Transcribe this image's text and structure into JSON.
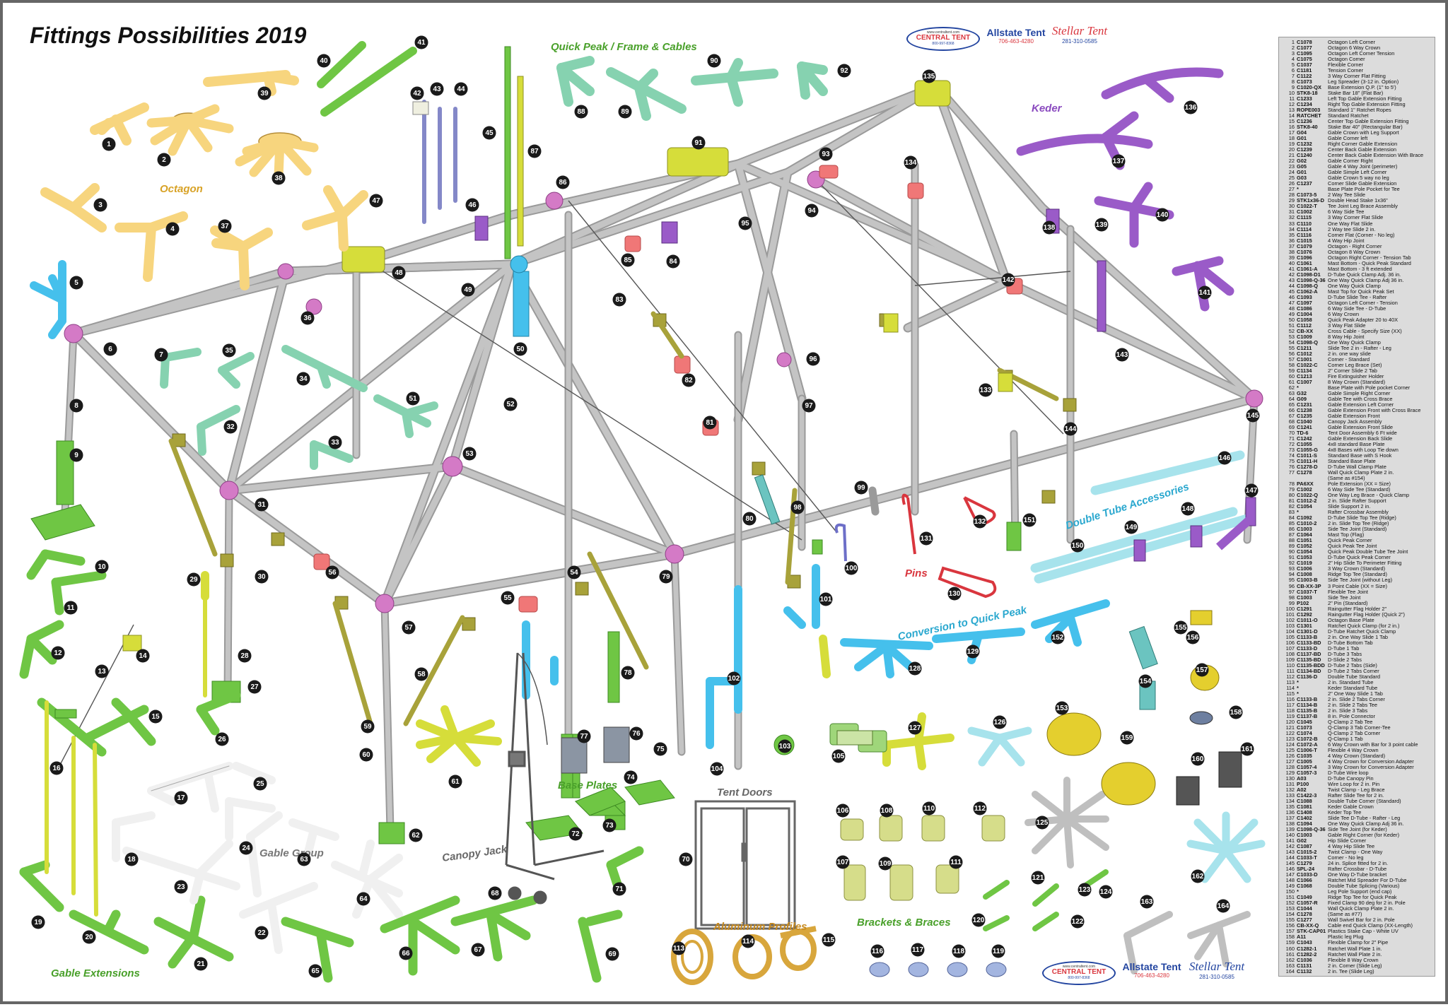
{
  "title": "Fittings Possibilities 2019",
  "groups": {
    "octagon": "Octagon",
    "quick_peak": "Quick Peak / Frame & Cables",
    "keder": "Keder",
    "double_tube": "Double Tube Accessories",
    "pins": "Pins",
    "conversion": "Conversion to Quick Peak",
    "base_plates": "Base Plates",
    "tent_doors": "Tent Doors",
    "canopy_jack": "Canopy Jack",
    "gable_group": "Gable Group",
    "gable_extensions": "Gable Extensions",
    "aluminum": "Aluminum Profiles",
    "brackets": "Brackets & Braces"
  },
  "logos": {
    "central_tent": {
      "url": "www.centraltent.com",
      "name": "CENTRAL TENT",
      "phone": "800-997-8368"
    },
    "allstate": {
      "name": "Allstate Tent",
      "phone": "706-463-4280"
    },
    "stellar": {
      "name": "Stellar Tent",
      "phone": "281-310-0585"
    }
  },
  "colors": {
    "octagon": "#f7d57e",
    "blue": "#45c0ec",
    "green": "#6fc644",
    "mint": "#86d2b0",
    "pink": "#d47ac6",
    "salmon": "#f07777",
    "olive": "#a8a23a",
    "yellow": "#d6dd3a",
    "purple": "#9a5bc8",
    "lightblue": "#a7e3ec",
    "grey": "#c8c8c8",
    "gold": "#d8a63c",
    "white": "#f0f0f0"
  },
  "parts": [
    [
      "1",
      "C1078",
      "Octagon Left Corner"
    ],
    [
      "2",
      "C1077",
      "Octagon 6 Way Crown"
    ],
    [
      "3",
      "C1095",
      "Octagon Left Corner Tension"
    ],
    [
      "4",
      "C1075",
      "Octagon Corner"
    ],
    [
      "5",
      "C1037",
      "Flexible Corner"
    ],
    [
      "6",
      "C1181",
      "Tension Corner"
    ],
    [
      "7",
      "C1122",
      "3 Way Corner Flat Fitting"
    ],
    [
      "8",
      "C1073",
      "Leg Spreader (3-12 in. Option)"
    ],
    [
      "9",
      "C1020-QX",
      "Base Extension Q.P. (1\" to 5')"
    ],
    [
      "10",
      "STK8-18",
      "Stake Bar 18\" (Flat Bar)"
    ],
    [
      "11",
      "C1233",
      "Left Top Gable Extension Fitting"
    ],
    [
      "12",
      "C1234",
      "Right Top Gable Extension Fitting"
    ],
    [
      "13",
      "ROPE003",
      "Standard 1\" Ratchet Ropes"
    ],
    [
      "14",
      "RATCHET",
      "Standard Ratchet"
    ],
    [
      "15",
      "C1236",
      "Center Top Gable Extension Fitting"
    ],
    [
      "16",
      "STK8-40",
      "Stake Bar 40\" (Rectangular Bar)"
    ],
    [
      "17",
      "G04",
      "Gable Crown with Leg Support"
    ],
    [
      "18",
      "G01",
      "Gable Corner left"
    ],
    [
      "19",
      "C1232",
      "Right Corner Gable Extension"
    ],
    [
      "20",
      "C1239",
      "Center Back Gable Extension"
    ],
    [
      "21",
      "C1240",
      "Center Back Gable Extension With Brace"
    ],
    [
      "22",
      "G02",
      "Gable Corner Right"
    ],
    [
      "23",
      "G05",
      "Gable 4 Way Joint (perimeter)"
    ],
    [
      "24",
      "G01",
      "Gable Simple Left Corner"
    ],
    [
      "25",
      "G03",
      "Gable Crown 5 way no leg"
    ],
    [
      "26",
      "C1237",
      "Corner Slide Gable Extension"
    ],
    [
      "27",
      "*",
      "Base Plate Pole Pocket for Tee"
    ],
    [
      "28",
      "C1073-5",
      "2 Way Tee Slide"
    ],
    [
      "29",
      "STK1x36-D",
      "Double Head Stake 1x36\""
    ],
    [
      "30",
      "C1022-T",
      "Tee Joint Leg Brace Assembly"
    ],
    [
      "31",
      "C1002",
      "6 Way Side Tee"
    ],
    [
      "32",
      "C1115",
      "3 Way Corner Flat Slide"
    ],
    [
      "33",
      "C1110",
      "One Way Flat Slide"
    ],
    [
      "34",
      "C1114",
      "2 Way tee Slide 2 in."
    ],
    [
      "35",
      "C1116",
      "Corner Flat (Corner - No leg)"
    ],
    [
      "36",
      "C1015",
      "4 Way Hip Joint"
    ],
    [
      "37",
      "C1079",
      "Octagon - Right Corner"
    ],
    [
      "38",
      "C1076",
      "Octagon 8 Way Crown"
    ],
    [
      "39",
      "C1096",
      "Octagon Right Corner - Tension Tab"
    ],
    [
      "40",
      "C1061",
      "Mast Bottom - Quick Peak Standard"
    ],
    [
      "41",
      "C1061-A",
      "Mast Bottom - 3 ft extended"
    ],
    [
      "42",
      "C1098-D1",
      "D-Tube Quick Clamp Adj. 36 in."
    ],
    [
      "43",
      "C1098-Q-36",
      "One Way Quick Clamp Adj 36 in."
    ],
    [
      "44",
      "C1098-Q",
      "One Way Quick Clamp"
    ],
    [
      "45",
      "C1062-A",
      "Mast Top for Quick Peak Set"
    ],
    [
      "46",
      "C1093",
      "D-Tube Slide Tee - Rafter"
    ],
    [
      "47",
      "C1097",
      "Octagon Left Corner - Tension"
    ],
    [
      "48",
      "C1086",
      "6 Way Side Tee - D-Tube"
    ],
    [
      "49",
      "C1004",
      "6 Way Crown"
    ],
    [
      "50",
      "C1058",
      "Quick Peak Adapter 20 to 40X"
    ],
    [
      "51",
      "C1112",
      "3 Way Flat Slide"
    ],
    [
      "52",
      "CB-XX",
      "Cross Cable - Specify Size (XX)"
    ],
    [
      "53",
      "C1009",
      "8 Way Hip Joint"
    ],
    [
      "54",
      "C1098-Q",
      "One Way Quick Clamp"
    ],
    [
      "55",
      "C1211",
      "Slide Tee 2 in - Rafter - Leg"
    ],
    [
      "56",
      "C1012",
      "2 in. one way slide"
    ],
    [
      "57",
      "C1001",
      "Corner - Standard"
    ],
    [
      "58",
      "C1022-C",
      "Corner Leg Brace (Set)"
    ],
    [
      "59",
      "C1134",
      "2\" Corner Slide 2 Tab"
    ],
    [
      "60",
      "C1213",
      "Fire Extinguisher Holder"
    ],
    [
      "61",
      "C1007",
      "8 Way Crown (Standard)"
    ],
    [
      "62",
      "*",
      "Base Plate with Pole pocket Corner"
    ],
    [
      "63",
      "G32",
      "Gable Simple Right Corner"
    ],
    [
      "64",
      "G09",
      "Gable Tee with Cross Brace"
    ],
    [
      "65",
      "C1231",
      "Gable Extension Left Corner"
    ],
    [
      "66",
      "C1238",
      "Gable Extension Front with Cross Brace"
    ],
    [
      "67",
      "C1235",
      "Gable Extension Front"
    ],
    [
      "68",
      "C1040",
      "Canopy Jack Assembly"
    ],
    [
      "69",
      "C1241",
      "Gable Extension Front Slide"
    ],
    [
      "70",
      "TD-6",
      "Tent Door Assembly 6 Ft wide"
    ],
    [
      "71",
      "C1242",
      "Gable Extension Back Slide"
    ],
    [
      "72",
      "C1055",
      "4x8 standard Base Plate"
    ],
    [
      "73",
      "C1055-G",
      "4x8 Bases with Loop Tie down"
    ],
    [
      "74",
      "C1011-S",
      "Standard Base with S Hook"
    ],
    [
      "75",
      "C1011-H",
      "Standard Base Plate"
    ],
    [
      "76",
      "C1278-D",
      "D-Tube Wall Clamp Plate"
    ],
    [
      "77",
      "C1278",
      "Wall Quick Clamp Plate 2 in."
    ],
    [
      "",
      "",
      "(Same as #154)"
    ],
    [
      "78",
      "PA6XX",
      "Pole Extension (XX = Size)"
    ],
    [
      "79",
      "C1002",
      "6 Way Side Tee (Standard)"
    ],
    [
      "80",
      "C1022-Q",
      "One Way Leg Brace - Quick Clamp"
    ],
    [
      "81",
      "C1012-2",
      "2 in. Slide Rafter Support"
    ],
    [
      "82",
      "C1054",
      "Slide Support 2 in."
    ],
    [
      "83",
      "*",
      "Rafter Crossbar Assembly"
    ],
    [
      "84",
      "C1092",
      "D-Tube Slide Top Tee (Ridge)"
    ],
    [
      "85",
      "C1010-2",
      "2 in. Slide Top Tee (Ridge)"
    ],
    [
      "86",
      "C1003",
      "Side Tee Joint (Standard)"
    ],
    [
      "87",
      "C1064",
      "Mast Top (Flag)"
    ],
    [
      "88",
      "C1051",
      "Quick Peak Corner"
    ],
    [
      "89",
      "C1052",
      "Quick Peak Tee Joint"
    ],
    [
      "90",
      "C1054",
      "Quick Peak Double Tube Tee Joint"
    ],
    [
      "91",
      "C1053",
      "D-Tube Quick Peak Corner"
    ],
    [
      "92",
      "C1019",
      "2\" Hip Slide To Perimeter Fitting"
    ],
    [
      "93",
      "C1006",
      "3 Way Crown (Standard)"
    ],
    [
      "94",
      "C1008",
      "Ridge Top Tee (Standard)"
    ],
    [
      "95",
      "C1003-B",
      "Side Tee Joint (without Leg)"
    ],
    [
      "96",
      "CB-XX-3P",
      "3 Point Cable (XX = Size)"
    ],
    [
      "97",
      "C1037-T",
      "Flexible Tee Joint"
    ],
    [
      "98",
      "C1003",
      "Side Tee Joint"
    ],
    [
      "99",
      "P102",
      "2\" Pin (Standard)"
    ],
    [
      "100",
      "C1291",
      "Raingutter Flag Holder 2\""
    ],
    [
      "101",
      "C1292",
      "Raingutter Flag Holder (Quick 2\")"
    ],
    [
      "102",
      "C1011-O",
      "Octagon Base Plate"
    ],
    [
      "103",
      "C1301",
      "Ratchet Quick Clamp (for 2 in.)"
    ],
    [
      "104",
      "C1301-D",
      "D-Tube Ratchet Quick Clamp"
    ],
    [
      "105",
      "C1133-B",
      "2 in. One Way Slide 1 Tab"
    ],
    [
      "106",
      "C1133-BD",
      "D-Tube Bottom Tab"
    ],
    [
      "107",
      "C1133-D",
      "D-Tube 1 Tab"
    ],
    [
      "108",
      "C1137-BD",
      "D-Tube 3 Tabs"
    ],
    [
      "109",
      "C1135-BD",
      "D-Slide 2 Tabs"
    ],
    [
      "110",
      "C1135-BDD",
      "D-Tube 2 Tabs (Side)"
    ],
    [
      "111",
      "C1134-BD",
      "D-Tube 2 Tabs Corner"
    ],
    [
      "112",
      "C1136-D",
      "Double Tube Standard"
    ],
    [
      "113",
      "*",
      "2 in. Standard Tube"
    ],
    [
      "114",
      "*",
      "Keder Standard Tube"
    ],
    [
      "115",
      "*",
      "2\" One Way Slide 1 Tab"
    ],
    [
      "116",
      "C1133-B",
      "2 in. Slide 2 Tabs Corner"
    ],
    [
      "117",
      "C1134-B",
      "2 in. Slide 2 Tabs Tee"
    ],
    [
      "118",
      "C1135-B",
      "2 in. Slide 3 Tabs"
    ],
    [
      "119",
      "C1137-B",
      "8 in. Pole Connector"
    ],
    [
      "120",
      "C1045",
      "Q-Clamp 2 Tab Tee"
    ],
    [
      "121",
      "C1073",
      "Q-Clamp 3 Tab Corner-Tee"
    ],
    [
      "122",
      "C1074",
      "Q-Clamp 2 Tab Corner"
    ],
    [
      "123",
      "C1072-B",
      "Q-Clamp 1 Tab"
    ],
    [
      "124",
      "C1072-A",
      "6 Way Crown with Bar for 3 point cable"
    ],
    [
      "125",
      "C1006-T",
      "Flexible 4 Way Crown"
    ],
    [
      "126",
      "C1035",
      "4 Way Crown (Standard)"
    ],
    [
      "127",
      "C1005",
      "4 Way Crown for Conversion Adapter"
    ],
    [
      "128",
      "C1057-4",
      "3 Way Crown for Conversion Adapter"
    ],
    [
      "129",
      "C1057-3",
      "D-Tube Wire loop"
    ],
    [
      "130",
      "A03",
      "D-Tube Canopy Pin"
    ],
    [
      "131",
      "P100",
      "Wire Loop for 2 in. Pin"
    ],
    [
      "132",
      "A02",
      "Twist Clamp - Leg Brace"
    ],
    [
      "133",
      "C1422-3",
      "Rafter Slide Tee for 2 in."
    ],
    [
      "134",
      "C1088",
      "Double Tube Corner (Standard)"
    ],
    [
      "135",
      "C1081",
      "Keder Gable Crown"
    ],
    [
      "136",
      "C1408",
      "Keder Top Tee"
    ],
    [
      "137",
      "C1402",
      "Slide Tee D-Tube - Rafter - Leg"
    ],
    [
      "138",
      "C1094",
      "One Way Quick Clamp Adj 36 in."
    ],
    [
      "139",
      "C1098-Q-36",
      "Side Tee Joint (for Keder)"
    ],
    [
      "140",
      "C1003",
      "Gable Right Corner (for Keder)"
    ],
    [
      "141",
      "G02",
      "Hip Slide Corner"
    ],
    [
      "142",
      "C1087",
      "4 Way Hip Slide Tee"
    ],
    [
      "143",
      "C1015-2",
      "Twist Clamp - One Way"
    ],
    [
      "144",
      "C1033-T",
      "Corner - No leg"
    ],
    [
      "145",
      "C1279",
      "24 in. Splice fitted for 2 in."
    ],
    [
      "146",
      "SPL-24",
      "Rafter Crossbar - D-Tube"
    ],
    [
      "147",
      "C1033-D",
      "One Way D-Tube bracket"
    ],
    [
      "148",
      "C1066",
      "Ratchet Mid Spreader For D-Tube"
    ],
    [
      "149",
      "C1068",
      "Double Tube Splicing (Various)"
    ],
    [
      "150",
      "*",
      "Leg Pole Support (end cap)"
    ],
    [
      "151",
      "C1049",
      "Ridge Top Tee for Quick Peak"
    ],
    [
      "152",
      "C1057-R",
      "Fixed Clamp 90 deg for 2 in. Pole"
    ],
    [
      "153",
      "C1044",
      "Wall Quick Clamp Plate 2 in."
    ],
    [
      "154",
      "C1278",
      "(Same as #77)"
    ],
    [
      "155",
      "C1277",
      "Wall Swivel Bar for 2 in. Pole"
    ],
    [
      "156",
      "CB-XX-Q",
      "Cable end Quick Clamp (XX-Length)"
    ],
    [
      "157",
      "STK-CAP01",
      "Plastics Stake Cap - White UV"
    ],
    [
      "158",
      "A11",
      "Plastic leg Plug"
    ],
    [
      "159",
      "C1043",
      "Flexible Clamp for 2\" Pipe"
    ],
    [
      "160",
      "C1282-1",
      "Ratchet Wall Plate 1 in."
    ],
    [
      "161",
      "C1282-2",
      "Ratchet Wall Plate 2 in."
    ],
    [
      "162",
      "C1036",
      "Flexible 8 Way Crown"
    ],
    [
      "163",
      "C1131",
      "2 in. Corner (Slide Leg)"
    ],
    [
      "164",
      "C1132",
      "2 in. Tee (Slide Leg)"
    ]
  ]
}
